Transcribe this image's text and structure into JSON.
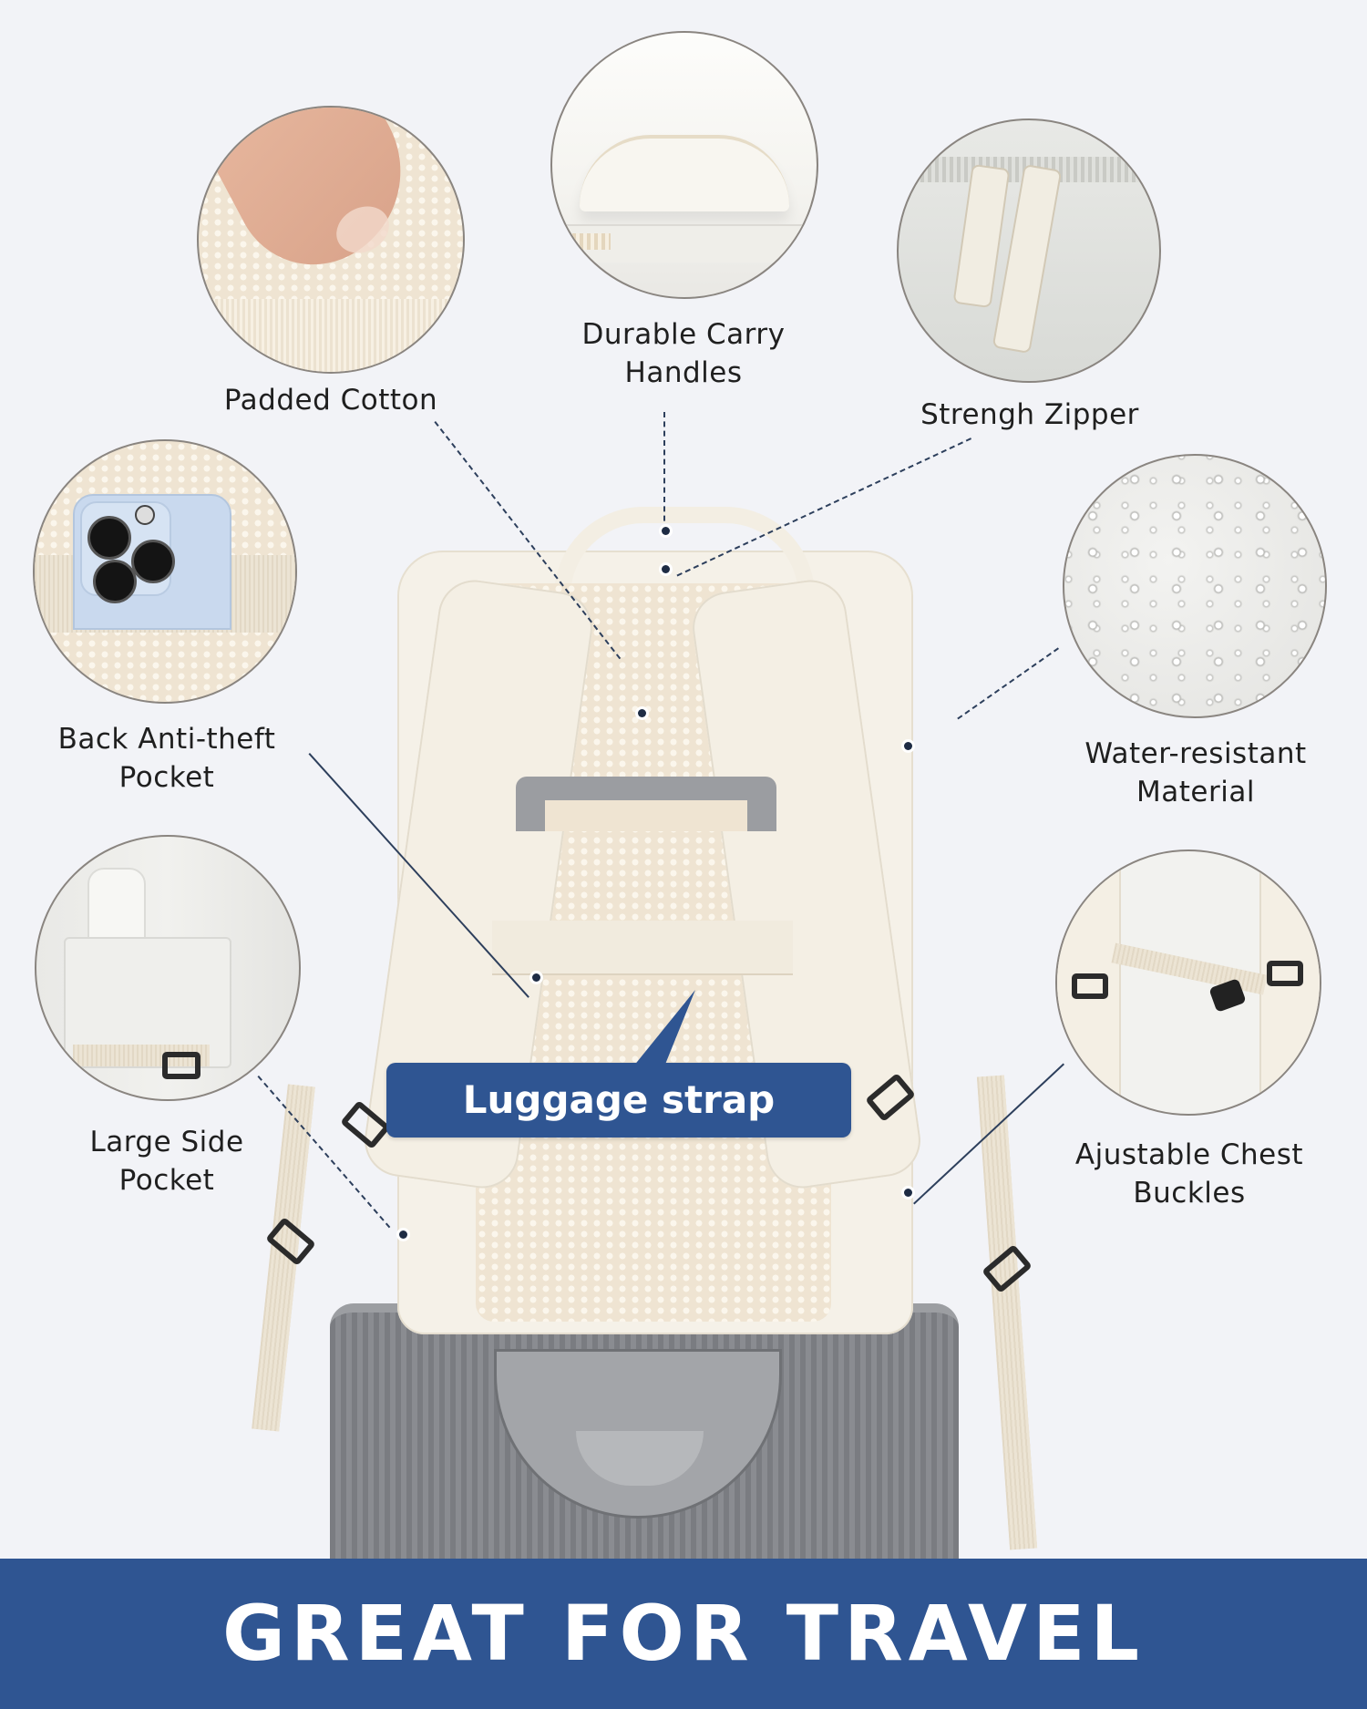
{
  "features": {
    "padded_cotton": {
      "label": "Padded Cotton"
    },
    "carry_handles": {
      "label": "Durable Carry\nHandles"
    },
    "zipper": {
      "label": "Strengh Zipper"
    },
    "anti_theft_pocket": {
      "label": "Back Anti-theft\nPocket"
    },
    "water_resistant": {
      "label": "Water-resistant\nMaterial"
    },
    "side_pocket": {
      "label": "Large Side\nPocket"
    },
    "chest_buckles": {
      "label": "Ajustable Chest\nBuckles"
    }
  },
  "callout": {
    "label": "Luggage strap"
  },
  "banner": {
    "title": "GREAT FOR TRAVEL"
  },
  "colors": {
    "brand_blue": "#2f5592",
    "background": "#f2f3f7",
    "backpack_cream": "#f4efe4",
    "mesh_beige": "#efe4d2",
    "suitcase_gray": "#7d7f84",
    "label_text": "#1f1f1f",
    "leader_line": "#2d3f5c"
  }
}
